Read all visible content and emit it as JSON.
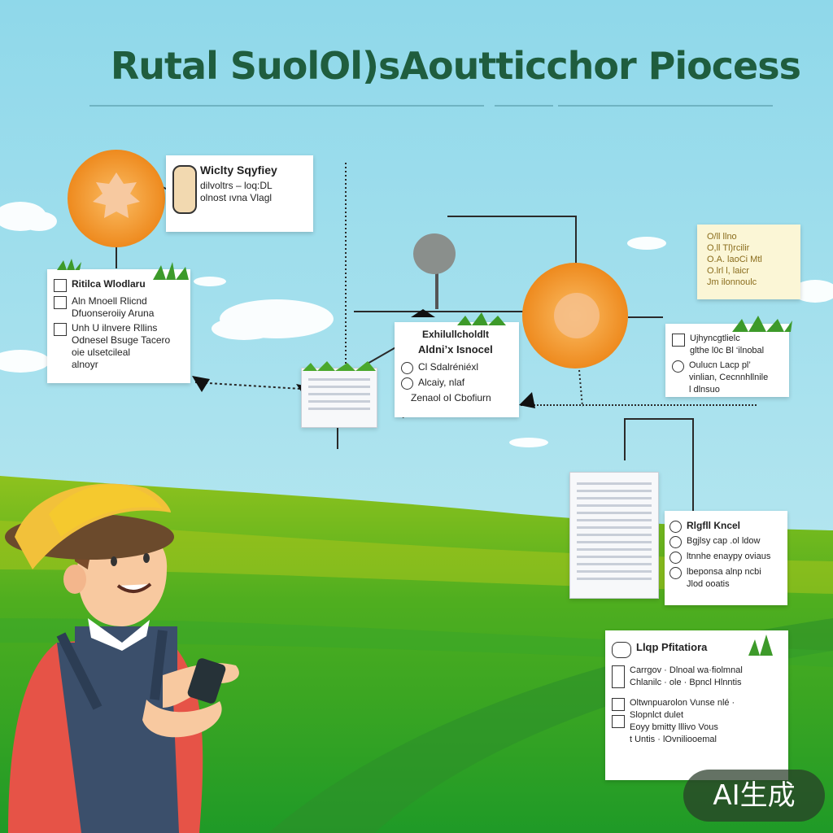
{
  "title": "Rutal SuolOl)sAoutticchor Piocess",
  "cards": {
    "top": {
      "heading": "Wiclty Sqyfiey",
      "lines": [
        "dilvoltrs – loq:DL",
        "olnost ıvna Vlagl"
      ]
    },
    "left": {
      "heading": "Ritilca Wlodlaru",
      "items": [
        "Aln Mnoell Rlicnd",
        "Dfuonseroiiy Aruna",
        "Unh U ilnvere Rllins",
        "Odnesel Bsuge Tacero"
      ],
      "extra": [
        "oie ulsetcileal",
        "alnoyr"
      ]
    },
    "center": {
      "heading": "Exhilullcholdlt",
      "subheading": "Aldni’x Isnocel",
      "items": [
        "Cl Sdalréniéxl",
        "Alcaiy, nlaf"
      ],
      "extra": [
        "Zenaol oI Cbofiurn"
      ]
    },
    "rightTop": {
      "lines": [
        "O/ll llno",
        "O,ll Tl)rcilir",
        "O.A. laoCi Mtl",
        "O.lrl l, laicr",
        "Jm ilonnoulc"
      ]
    },
    "rightMid": {
      "items": [
        "Ujhyncgtlielc",
        "glthe l0c Bl ‘ilnobal",
        "Oulucn Lacp pl’",
        "vinlian, Cecnnhllnile"
      ],
      "extra": [
        "l dlnsuo"
      ]
    },
    "lowerRight": {
      "heading": "Rlgfll Kncel",
      "items": [
        "Bgjlsy cap .ol ldow",
        "ltnnhe enaypy oviaus",
        "lbeponsa alnp ncbi"
      ],
      "extra": [
        "Jlod ooatis"
      ]
    },
    "bottom": {
      "heading": "Llqp Pfitatiora",
      "group1": [
        "Carrgov · Dlnoal wa·fiolmnal",
        "Chlanilc · ole · Bpncl Hlnntis"
      ],
      "group2": [
        "Oltwnpuarolon Vunse nlé ·",
        "Slopnlct dulet",
        "Eoyy bmitty lllivo Vous",
        "t Untis · lOvniliooemal"
      ]
    }
  },
  "badge": "AI生成"
}
